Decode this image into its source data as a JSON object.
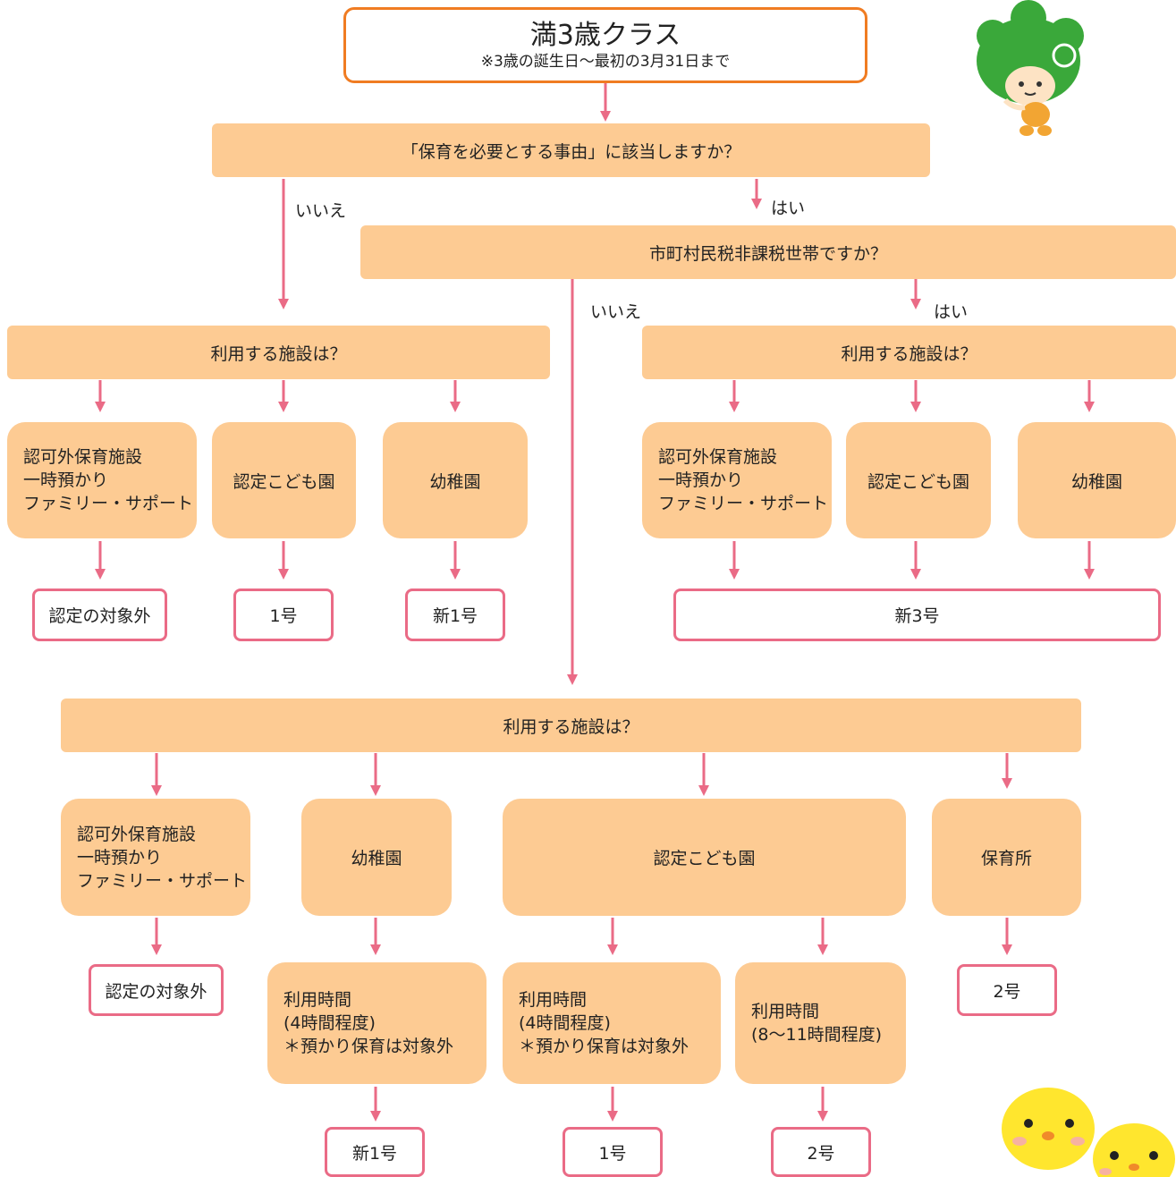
{
  "title": {
    "main": "満3歳クラス",
    "note": "※3歳の誕生日〜最初の3月31日まで"
  },
  "questions": {
    "q1": "「保育を必要とする事由」に該当しますか？",
    "q2": "市町村民税非課税世帯ですか？",
    "facility_a": "利用する施設は？",
    "facility_b": "利用する施設は？",
    "facility_c": "利用する施設は？"
  },
  "answers": {
    "no1": "いいえ",
    "yes1": "はい",
    "no2": "いいえ",
    "yes2": "はい"
  },
  "facilities": {
    "a1": [
      "認可外保育施設",
      "一時預かり",
      "ファミリー・サポート"
    ],
    "a2": "認定こども園",
    "a3": "幼稚園",
    "b1": [
      "認可外保育施設",
      "一時預かり",
      "ファミリー・サポート"
    ],
    "b2": "認定こども園",
    "b3": "幼稚園",
    "c1": [
      "認可外保育施設",
      "一時預かり",
      "ファミリー・サポート"
    ],
    "c2": "幼稚園",
    "c3": "認定こども園",
    "c4": "保育所"
  },
  "hours": {
    "h1": [
      "利用時間",
      "(4時間程度)",
      "＊預かり保育は対象外"
    ],
    "h2": [
      "利用時間",
      "(4時間程度)",
      "＊預かり保育は対象外"
    ],
    "h3": [
      "利用時間",
      "(8〜11時間程度)"
    ]
  },
  "results": {
    "ra1": "認定の対象外",
    "ra2": "1号",
    "ra3": "新1号",
    "rb": "新3号",
    "rc1": "認定の対象外",
    "rc2": "2号",
    "rc3": "新1号",
    "rc4": "1号",
    "rc5": "2号"
  },
  "colors": {
    "fill": "#fdcb93",
    "arrow": "#ea6b86",
    "title_border": "#f07c22",
    "result_border": "#ea6b86"
  },
  "decorations": [
    "tree-mascot",
    "chick-mascots"
  ]
}
